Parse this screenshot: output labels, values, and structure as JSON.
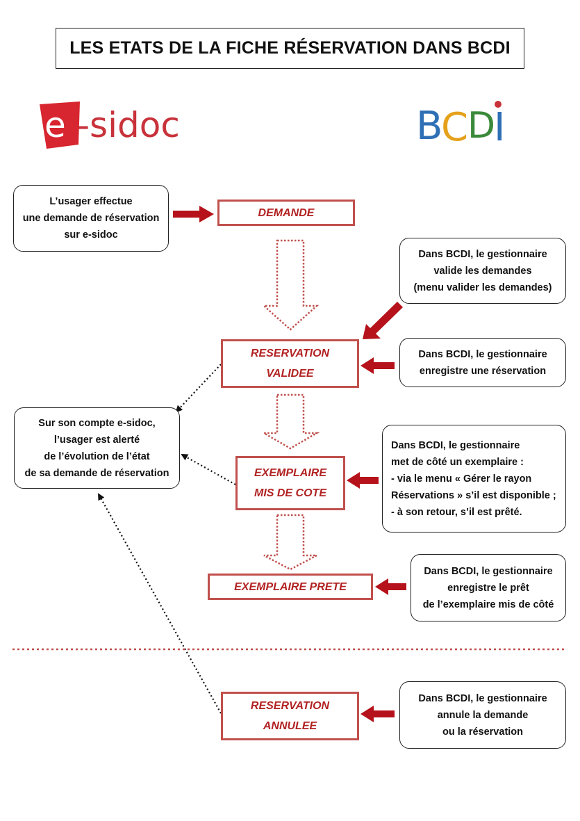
{
  "title": "LES ETATS DE LA FICHE RÉSERVATION DANS BCDI",
  "logos": {
    "esidoc": "e-sidoc",
    "bcdi": "BCDI"
  },
  "states": {
    "demande": [
      "DEMANDE"
    ],
    "validee": [
      "RESERVATION",
      "VALIDEE"
    ],
    "mis_de_cote": [
      "EXEMPLAIRE",
      "MIS DE COTE"
    ],
    "prete": [
      "EXEMPLAIRE PRETE"
    ],
    "annulee": [
      "RESERVATION",
      "ANNULEE"
    ]
  },
  "notes": {
    "usager_demande": [
      "L’usager effectue",
      "une demande de réservation",
      "sur e-sidoc"
    ],
    "valide_demandes": [
      "Dans BCDI, le gestionnaire",
      "valide les demandes",
      "(menu valider les demandes)"
    ],
    "enregistre_reservation": [
      "Dans BCDI, le gestionnaire",
      "enregistre une réservation"
    ],
    "usager_alerte": [
      "Sur son compte e-sidoc,",
      "l’usager est alerté",
      "de l’évolution de l’état",
      "de sa demande de réservation"
    ],
    "met_de_cote": [
      "Dans BCDI, le gestionnaire",
      "met de côté un exemplaire :",
      "- via le menu « Gérer le rayon",
      "Réservations » s’il est disponible ;",
      "- à son retour, s’il est prêté."
    ],
    "enregistre_pret": [
      "Dans BCDI, le gestionnaire",
      "enregistre le prêt",
      "de l’exemplaire mis de côté"
    ],
    "annule": [
      "Dans BCDI, le gestionnaire",
      "annule la demande",
      "ou la réservation"
    ]
  },
  "colors": {
    "accent": "#c0504d",
    "arrow": "#b5121b",
    "esidoc_red": "#d7262f",
    "esidoc_text": "#c8323a"
  }
}
